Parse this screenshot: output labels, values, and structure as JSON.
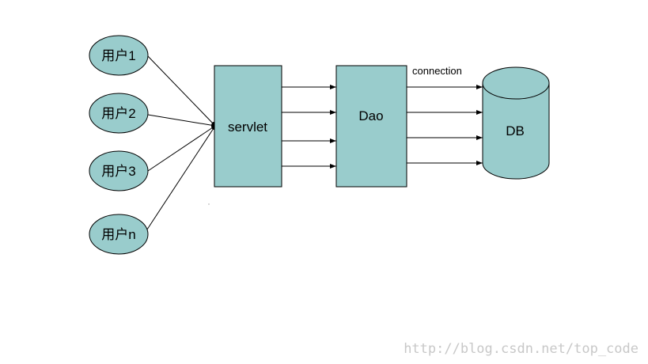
{
  "users": [
    {
      "label": "用户1"
    },
    {
      "label": "用户2"
    },
    {
      "label": "用户3"
    },
    {
      "label": "用户n"
    }
  ],
  "servlet": {
    "label": "servlet"
  },
  "dao": {
    "label": "Dao"
  },
  "db": {
    "label": "DB"
  },
  "connection_label": "connection",
  "watermark": "http://blog.csdn.net/top_code",
  "colors": {
    "fill": "#99cccc",
    "stroke": "#000000",
    "watermark": "#c8c8c8"
  }
}
